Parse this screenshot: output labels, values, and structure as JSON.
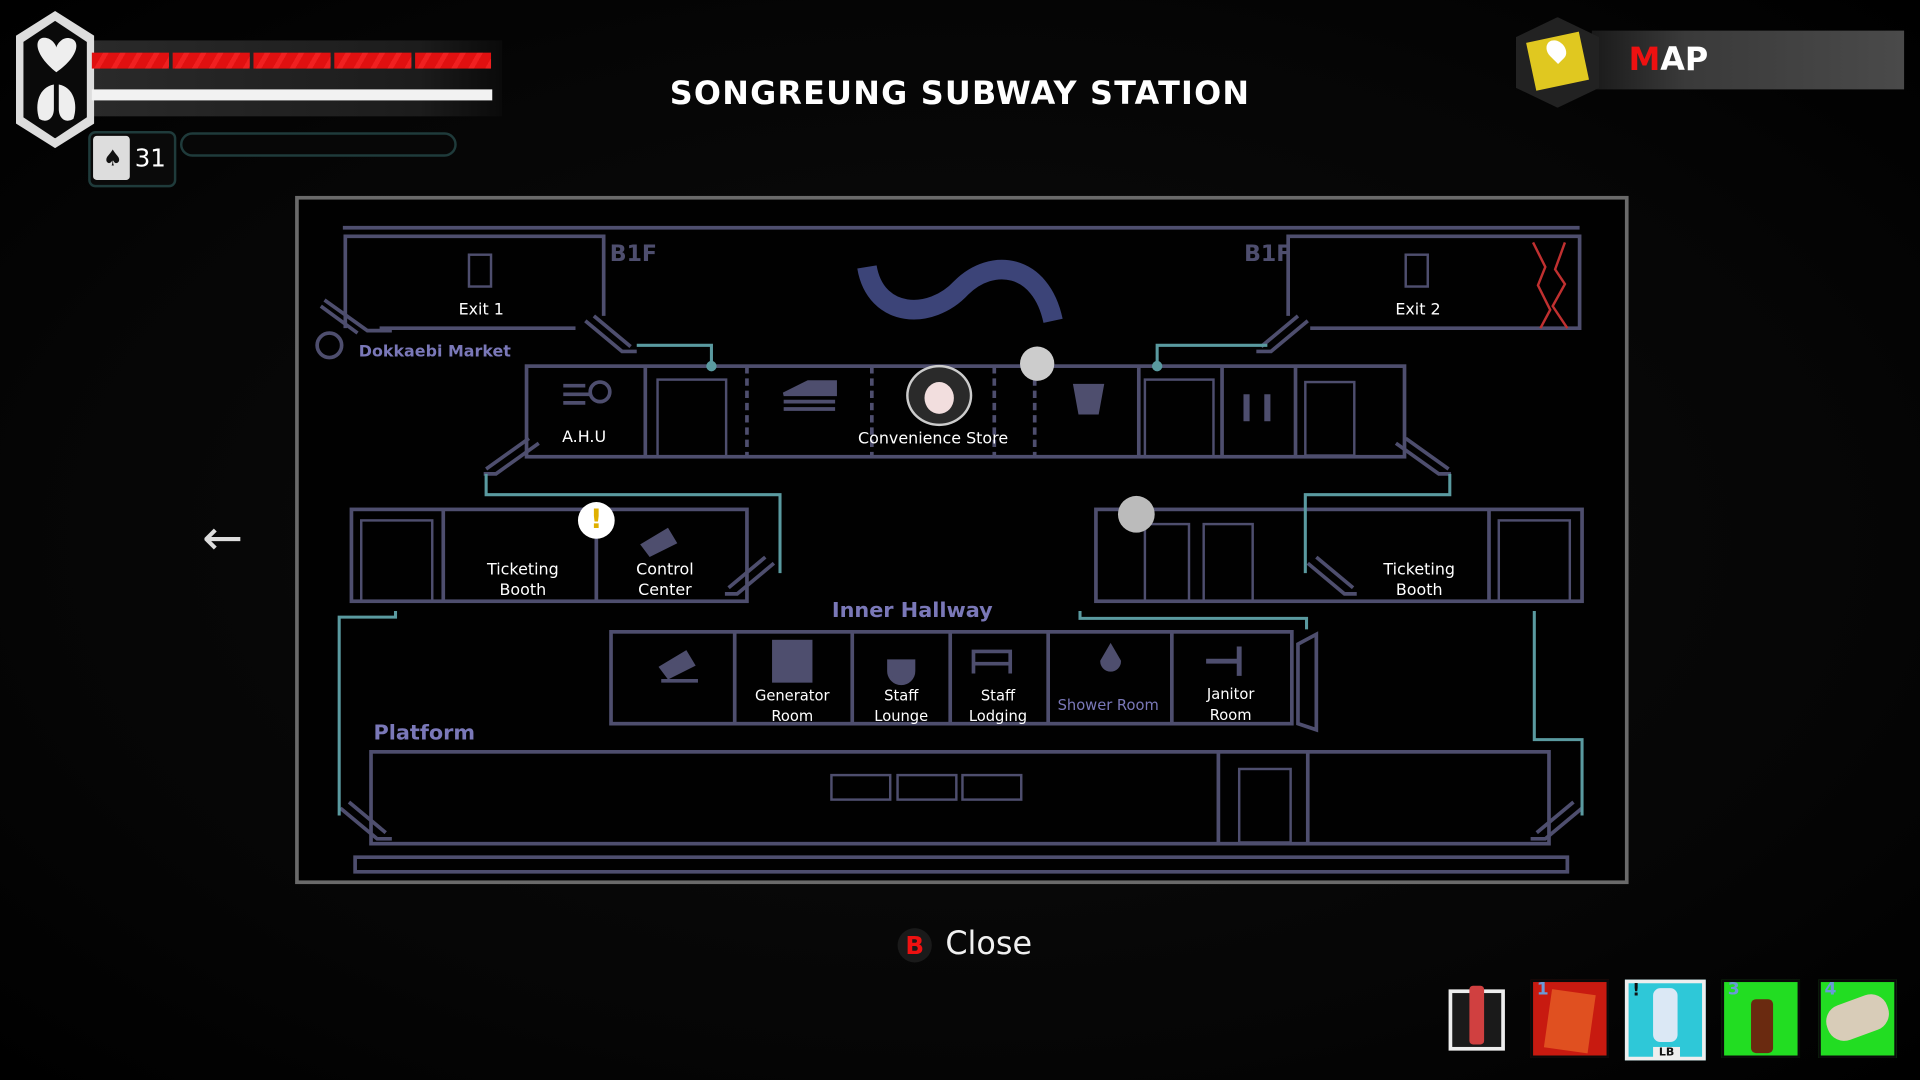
{
  "hud": {
    "matches_count": "31",
    "health_segments": 5,
    "health_filled": 5,
    "stamina_fraction": 1.0,
    "match_fuel_fraction": 0.0
  },
  "title": "SONGREUNG SUBWAY STATION",
  "map_tab": {
    "label_first": "M",
    "label_rest": "AP"
  },
  "map": {
    "floor_left": "B1F",
    "floor_right": "B1F",
    "exit1": "Exit 1",
    "exit2": "Exit 2",
    "dokkaebi": "Dokkaebi Market",
    "ahu": "A.H.U",
    "convenience": "Convenience Store",
    "ticket_left": [
      "Ticketing",
      "Booth"
    ],
    "control": [
      "Control",
      "Center"
    ],
    "ticket_right": [
      "Ticketing",
      "Booth"
    ],
    "inner_hallway": "Inner Hallway",
    "generator": [
      "Generator",
      "Room"
    ],
    "staff_lounge": [
      "Staff",
      "Lounge"
    ],
    "staff_lodging": [
      "Staff",
      "Lodging"
    ],
    "shower": "Shower Room",
    "janitor": [
      "Janitor",
      "Room"
    ],
    "platform": "Platform"
  },
  "close": {
    "key": "B",
    "label": "Close"
  },
  "inventory": [
    {
      "slot": "",
      "item": "lighter",
      "color": "#1a1a1a"
    },
    {
      "slot": "1",
      "item": "snack-bag",
      "color": "#c81a10"
    },
    {
      "slot": "!",
      "item": "water-bottle",
      "color": "#2ec8d8",
      "key": "LB"
    },
    {
      "slot": "3",
      "item": "medicine-bottle",
      "color": "#22dd22"
    },
    {
      "slot": "4",
      "item": "bandage",
      "color": "#22dd22"
    }
  ],
  "colors": {
    "line": "#4e4e6e",
    "path": "#5a9aa0",
    "label_purple": "#7a78b8",
    "health": "#e81414"
  }
}
